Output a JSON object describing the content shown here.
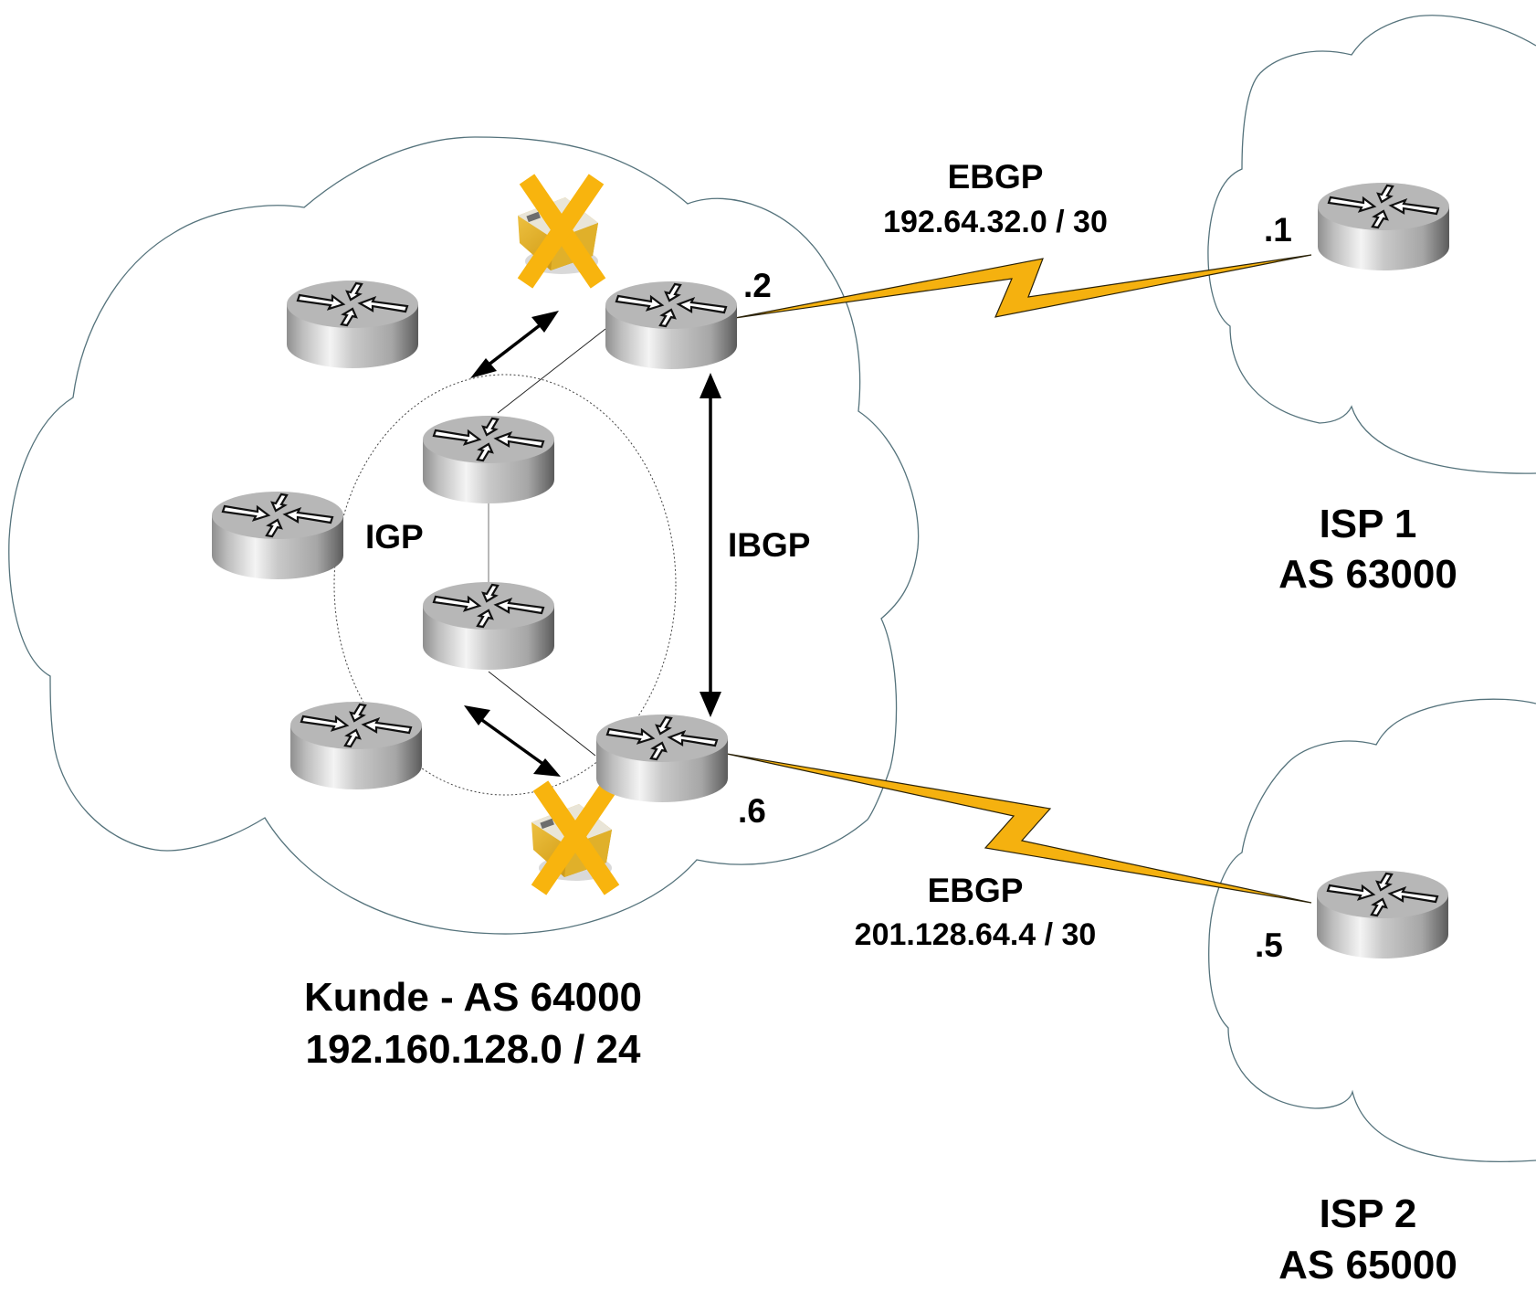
{
  "diagram": {
    "title": "BGP Multihoming Topology",
    "colors": {
      "cloud_outline": "#55737c",
      "serial_link": "#f5b10f",
      "failure_mark": "#f8b40e",
      "router_body": "#b7b7b7",
      "text": "#000000"
    },
    "customer_as": {
      "name_line": "Kunde - AS 64000",
      "prefix_line": "192.160.128.0 / 24",
      "igp_label": "IGP",
      "ibgp_label": "IBGP"
    },
    "isp1": {
      "name": "ISP 1",
      "as_label": "AS 63000",
      "router_ip": ".1"
    },
    "isp2": {
      "name": "ISP 2",
      "as_label": "AS 65000",
      "router_ip": ".5"
    },
    "ebgp_links": [
      {
        "label": "EBGP",
        "subnet": "192.64.32.0 / 30",
        "local_ip": ".2",
        "remote_ip": ".1",
        "icon": "serial-lightning-icon"
      },
      {
        "label": "EBGP",
        "subnet": "201.128.64.4 / 30",
        "local_ip": ".6",
        "remote_ip": ".5",
        "icon": "serial-lightning-icon"
      }
    ],
    "devices": [
      {
        "id": "border-router-1",
        "icon": "router-icon",
        "role": "edge router",
        "ip": ".2"
      },
      {
        "id": "border-router-2",
        "icon": "router-icon",
        "role": "edge router",
        "ip": ".6"
      },
      {
        "id": "core-router-1",
        "icon": "router-icon",
        "role": "IGP core"
      },
      {
        "id": "core-router-2",
        "icon": "router-icon",
        "role": "IGP core"
      },
      {
        "id": "internal-router-top-left",
        "icon": "router-icon",
        "role": "IGP"
      },
      {
        "id": "internal-router-left",
        "icon": "router-icon",
        "role": "IGP"
      },
      {
        "id": "internal-router-bottom-left",
        "icon": "router-icon",
        "role": "IGP"
      },
      {
        "id": "isp1-router",
        "icon": "router-icon",
        "role": "ISP 1 router"
      },
      {
        "id": "isp2-router",
        "icon": "router-icon",
        "role": "ISP 2 router"
      }
    ],
    "disabled_devices": [
      {
        "id": "firewall-top",
        "icon": "firewall-module-icon",
        "mark": "crossed-out"
      },
      {
        "id": "firewall-bottom",
        "icon": "firewall-module-icon",
        "mark": "crossed-out"
      }
    ]
  }
}
